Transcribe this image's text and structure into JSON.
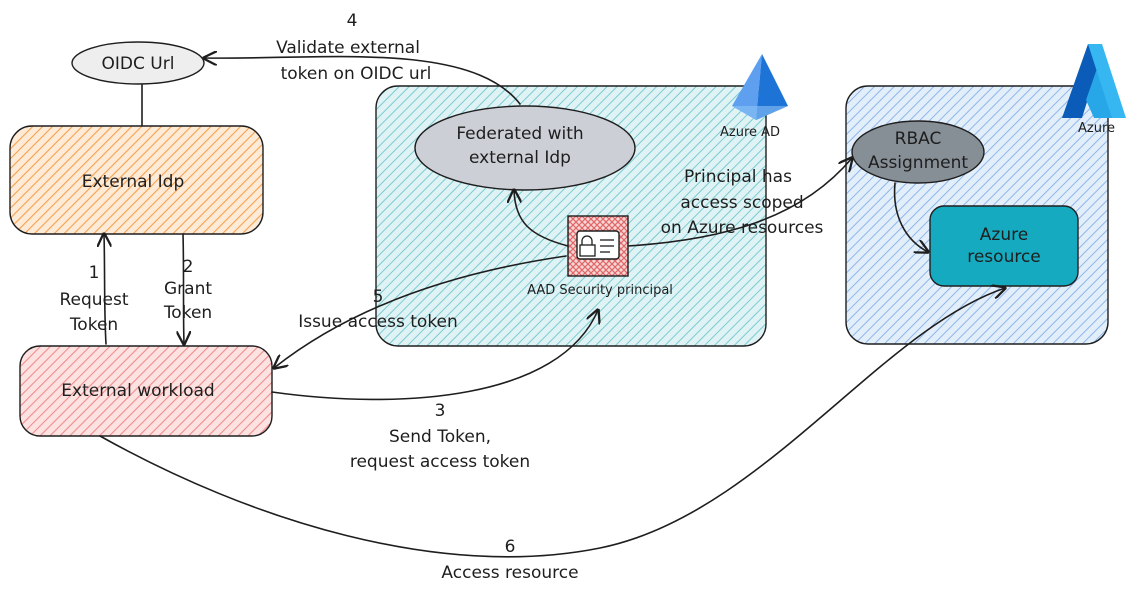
{
  "colors": {
    "external_idp": "#f6b26b",
    "external_workload": "#f4a6a6",
    "azure_ad_region": "#99d6dc",
    "azure_region": "#a9c9ee",
    "federated": "#ccd0d6",
    "rbac": "#868e96",
    "azure_resource": "#15aabf",
    "oidc": "#eeeeee",
    "principal": "#e06666"
  },
  "nodes": {
    "oidc_url": "OIDC Url",
    "external_idp": "External Idp",
    "external_workload": "External workload",
    "federated": [
      "Federated with",
      "external Idp"
    ],
    "azure_ad_label": "Azure AD",
    "security_principal": "AAD Security principal",
    "rbac": [
      "RBAC",
      "Assignment"
    ],
    "azure_resource": [
      "Azure",
      "resource"
    ],
    "azure_label": "Azure"
  },
  "edges": {
    "e1": {
      "num": "1",
      "lines": [
        "Request",
        "Token"
      ]
    },
    "e2": {
      "num": "2",
      "lines": [
        "Grant",
        "Token"
      ]
    },
    "e3": {
      "num": "3",
      "lines": [
        "Send Token,",
        "request access token"
      ]
    },
    "e4": {
      "num": "4",
      "lines": [
        "Validate external",
        "token on OIDC url"
      ]
    },
    "e5": {
      "num": "5",
      "lines": [
        "Issue access token"
      ]
    },
    "e6": {
      "num": "6",
      "lines": [
        "Access resource"
      ]
    },
    "scope": {
      "lines": [
        "Principal has",
        "access scoped",
        "on Azure resources"
      ]
    }
  },
  "icons": {
    "azure_ad_logo": "azure-ad-pyramid-icon",
    "azure_logo": "azure-a-icon",
    "principal_badge": "lock-id-card-icon"
  }
}
